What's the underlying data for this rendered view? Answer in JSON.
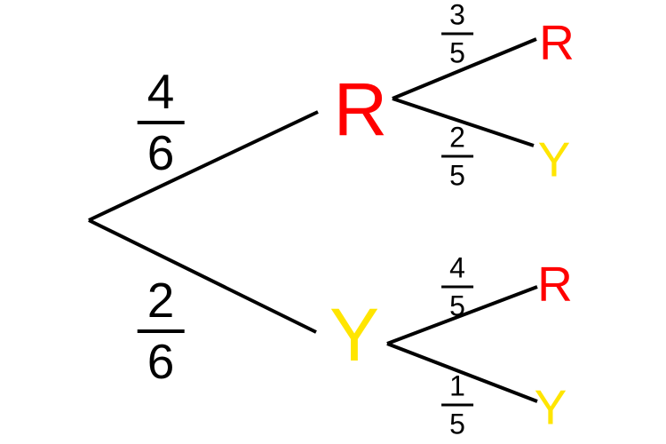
{
  "diagram_type": "probability-tree",
  "colors": {
    "red": "#ff0000",
    "yellow": "#ffe500",
    "line": "#000000",
    "background": "#ffffff"
  },
  "tree": {
    "level1": [
      {
        "prob_num": "4",
        "prob_den": "6",
        "label": "R",
        "color": "#ff0000"
      },
      {
        "prob_num": "2",
        "prob_den": "6",
        "label": "Y",
        "color": "#ffe500"
      }
    ],
    "level2": {
      "from_R": [
        {
          "prob_num": "3",
          "prob_den": "5",
          "label": "R",
          "color": "#ff0000"
        },
        {
          "prob_num": "2",
          "prob_den": "5",
          "label": "Y",
          "color": "#ffe500"
        }
      ],
      "from_Y": [
        {
          "prob_num": "4",
          "prob_den": "5",
          "label": "R",
          "color": "#ff0000"
        },
        {
          "prob_num": "1",
          "prob_den": "5",
          "label": "Y",
          "color": "#ffe500"
        }
      ]
    }
  }
}
